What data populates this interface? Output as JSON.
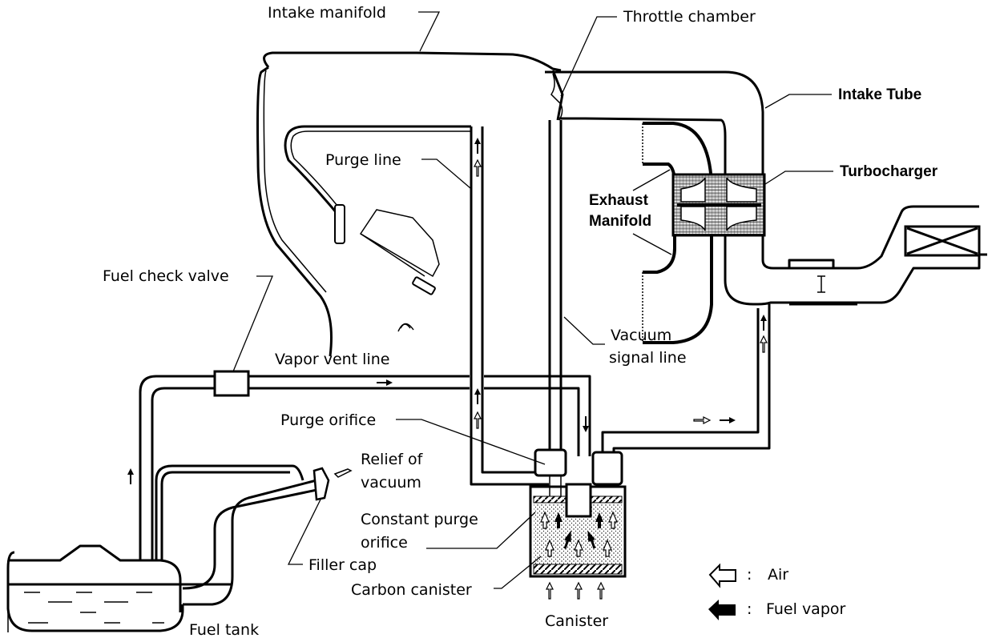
{
  "diagram": {
    "title": "Evaporative emission control system (turbocharged)",
    "labels": {
      "intake_manifold": "Intake manifold",
      "throttle_chamber": "Throttle chamber",
      "intake_tube": "Intake Tube",
      "turbocharger": "Turbocharger",
      "exhaust_manifold_1": "Exhaust",
      "exhaust_manifold_2": "Manifold",
      "purge_line": "Purge line",
      "fuel_check_valve": "Fuel check valve",
      "vapor_vent_line": "Vapor vent line",
      "vacuum_signal_line_1": "Vacuum",
      "vacuum_signal_line_2": "signal line",
      "purge_orifice": "Purge orifice",
      "relief_of_vacuum_1": "Relief of",
      "relief_of_vacuum_2": "vacuum",
      "constant_purge_orifice_1": "Constant purge",
      "constant_purge_orifice_2": "orifice",
      "filler_cap": "Filler cap",
      "carbon_canister": "Carbon canister",
      "fuel_tank": "Fuel tank",
      "canister": "Canister"
    },
    "legend": [
      {
        "symbol": "open-arrow",
        "separator": ":",
        "label": "Air"
      },
      {
        "symbol": "filled-arrow",
        "separator": ":",
        "label": "Fuel vapor"
      }
    ],
    "colors": {
      "line": "#000000",
      "background": "#ffffff"
    }
  }
}
